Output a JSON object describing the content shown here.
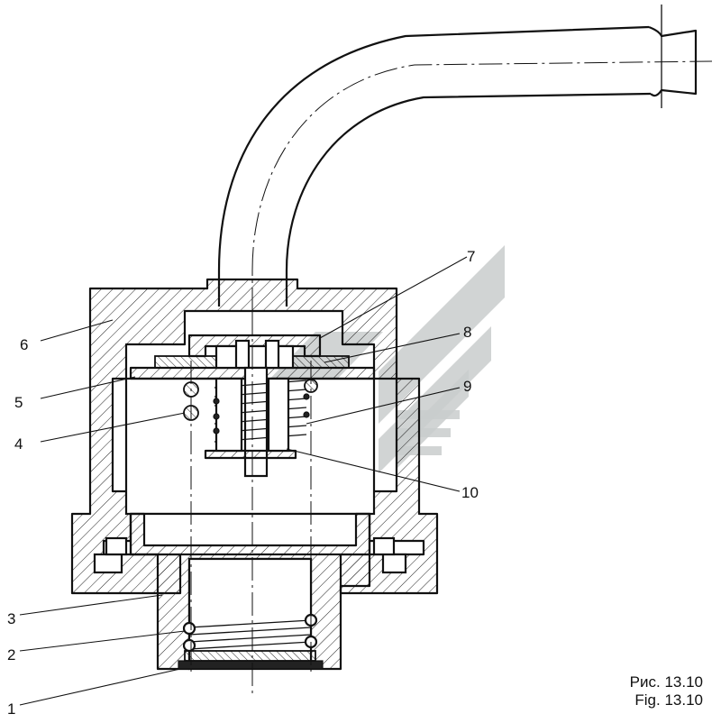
{
  "figure": {
    "caption_ru": "Рис. 13.10",
    "caption_en": "Fig. 13.10"
  },
  "callouts": [
    {
      "id": "1",
      "text": "1"
    },
    {
      "id": "2",
      "text": "2"
    },
    {
      "id": "3",
      "text": "3"
    },
    {
      "id": "4",
      "text": "4"
    },
    {
      "id": "5",
      "text": "5"
    },
    {
      "id": "6",
      "text": "6"
    },
    {
      "id": "7",
      "text": "7"
    },
    {
      "id": "8",
      "text": "8"
    },
    {
      "id": "9",
      "text": "9"
    },
    {
      "id": "10",
      "text": "10"
    }
  ]
}
